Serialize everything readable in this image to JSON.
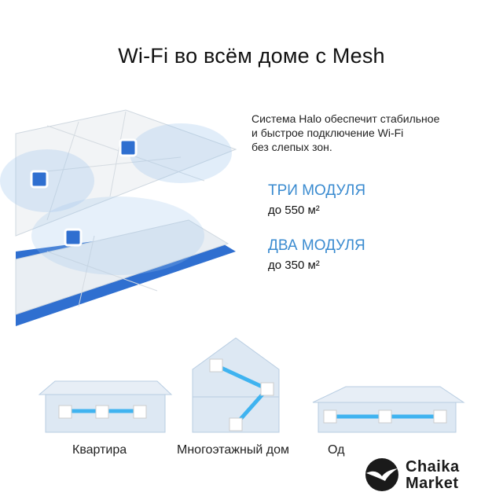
{
  "title": "Wi-Fi во всём доме с Mesh",
  "description": [
    "Система Halo обеспечит стабильное",
    "и быстрое подключение Wi-Fi",
    "без слепых зон."
  ],
  "modules": [
    {
      "heading": "ТРИ МОДУЛЯ",
      "area": "до 550 м²"
    },
    {
      "heading": "ДВА МОДУЛЯ",
      "area": "до 350 м²"
    }
  ],
  "house_labels": [
    "Квартира",
    "Многоэтажный дом",
    "Од"
  ],
  "logo": {
    "line1": "Chaika",
    "line2": "Market"
  },
  "colors": {
    "accent": "#3a8bd0",
    "base": "#2f6fd0"
  }
}
